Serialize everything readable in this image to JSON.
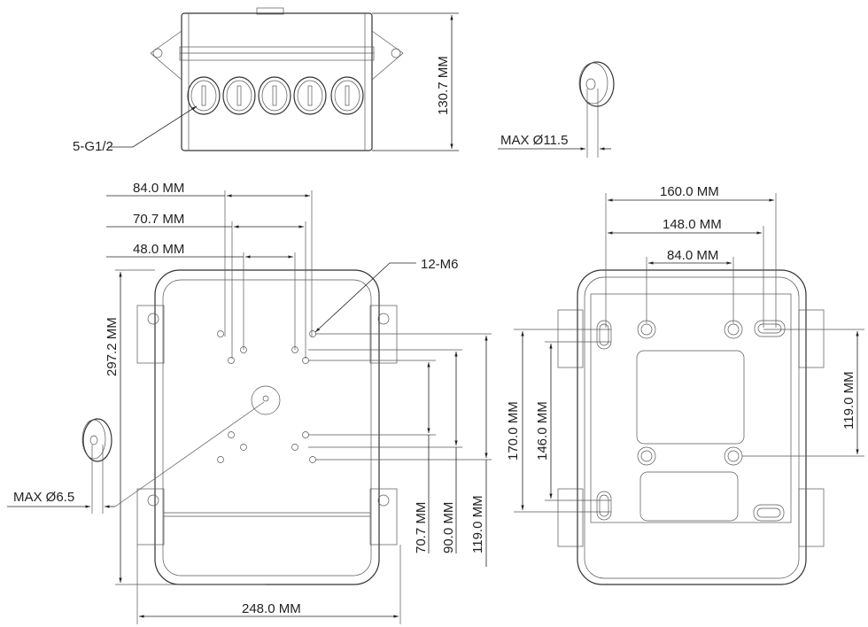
{
  "top_view": {
    "height_dim": "130.7 MM",
    "glands_label": "5-G1/2"
  },
  "grommet_large": {
    "label": "MAX Ø11.5"
  },
  "front_view": {
    "dim_84": "84.0 MM",
    "dim_70_7": "70.7 MM",
    "dim_48": "48.0 MM",
    "holes_label": "12-M6",
    "height_dim": "297.2 MM",
    "width_dim": "248.0 MM",
    "v_70_7": "70.7 MM",
    "v_90": "90.0 MM",
    "v_119": "119.0 MM"
  },
  "grommet_small": {
    "label": "MAX Ø6.5"
  },
  "back_view": {
    "dim_160": "160.0 MM",
    "dim_148": "148.0 MM",
    "dim_84": "84.0 MM",
    "v_170": "170.0 MM",
    "v_146": "146.0 MM",
    "v_119": "119.0 MM"
  }
}
